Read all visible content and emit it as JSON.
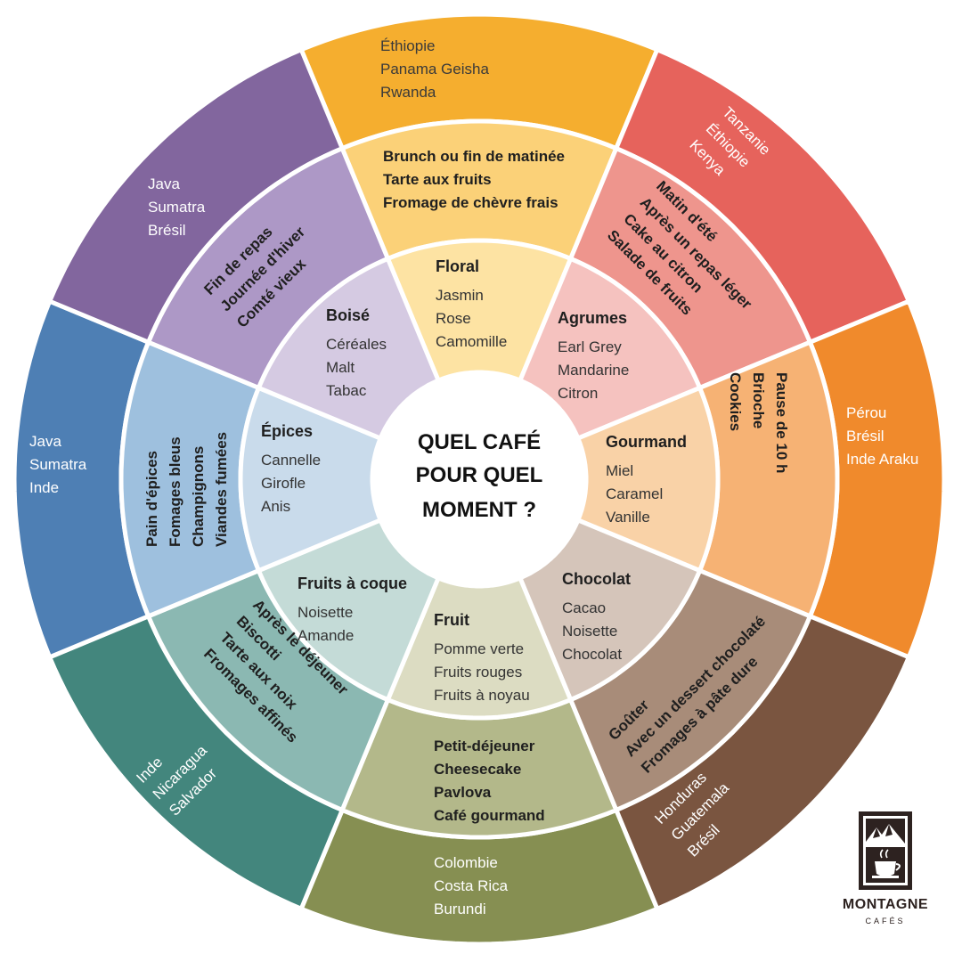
{
  "center": {
    "lines": [
      "QUEL CAFÉ",
      "POUR QUEL",
      "MOMENT ?"
    ]
  },
  "sectors": [
    {
      "key": "floral",
      "color_outer": "#f5ae2f",
      "color_mid": "#fbd178",
      "color_inner": "#fde3a3",
      "outer_text_color": "dark",
      "origins": [
        "Éthiopie",
        "Panama Geisha",
        "Rwanda"
      ],
      "moments": [
        "Brunch ou fin de matinée",
        "Tarte aux fruits",
        "Fromage de chèvre frais"
      ],
      "aroma": {
        "title": "Floral",
        "items": [
          "Jasmin",
          "Rose",
          "Camomille"
        ]
      }
    },
    {
      "key": "agrumes",
      "color_outer": "#e6635c",
      "color_mid": "#ee958d",
      "color_inner": "#f5c2bf",
      "outer_text_color": "light",
      "origins": [
        "Tanzanie",
        "Éthiopie",
        "Kenya"
      ],
      "moments": [
        "Matin d'été",
        "Après un repas léger",
        "Cake au citron",
        "Salade de fruits"
      ],
      "aroma": {
        "title": "Agrumes",
        "items": [
          "Earl Grey",
          "Mandarine",
          "Citron"
        ]
      }
    },
    {
      "key": "gourmand",
      "color_outer": "#f08a2c",
      "color_mid": "#f6b274",
      "color_inner": "#f9d2a7",
      "outer_text_color": "light",
      "origins": [
        "Pérou",
        "Brésil",
        "Inde Araku"
      ],
      "moments": [
        "Pause de 10 h",
        "Brioche",
        "Cookies"
      ],
      "aroma": {
        "title": "Gourmand",
        "items": [
          "Miel",
          "Caramel",
          "Vanille"
        ]
      }
    },
    {
      "key": "chocolat",
      "color_outer": "#7a5540",
      "color_mid": "#a88c79",
      "color_inner": "#d5c5ba",
      "outer_text_color": "light",
      "origins": [
        "Honduras",
        "Guatemala",
        "Brésil"
      ],
      "moments": [
        "Goûter",
        "Avec un dessert chocolaté",
        "Fromages à pâte dure"
      ],
      "aroma": {
        "title": "Chocolat",
        "items": [
          "Cacao",
          "Noisette",
          "Chocolat"
        ]
      }
    },
    {
      "key": "fruit",
      "color_outer": "#868f52",
      "color_mid": "#b3b88a",
      "color_inner": "#dcdcc2",
      "outer_text_color": "light",
      "origins": [
        "Colombie",
        "Costa Rica",
        "Burundi"
      ],
      "moments": [
        "Petit-déjeuner",
        "Cheesecake",
        "Pavlova",
        "Café gourmand"
      ],
      "aroma": {
        "title": "Fruit",
        "items": [
          "Pomme verte",
          "Fruits rouges",
          "Fruits à noyau"
        ]
      }
    },
    {
      "key": "fruits-a-coque",
      "color_outer": "#43867d",
      "color_mid": "#8bb8b2",
      "color_inner": "#c4dbd7",
      "outer_text_color": "light",
      "origins": [
        "Inde",
        "Nicaragua",
        "Salvador"
      ],
      "moments": [
        "Après le déjeuner",
        "Biscotti",
        "Tarte aux noix",
        "Fromages affinés"
      ],
      "aroma": {
        "title": "Fruits à coque",
        "items": [
          "Noisette",
          "Amande"
        ]
      }
    },
    {
      "key": "epices",
      "color_outer": "#4e7fb4",
      "color_mid": "#9ec0de",
      "color_inner": "#c9dbeb",
      "outer_text_color": "light",
      "origins": [
        "Java",
        "Sumatra",
        "Inde"
      ],
      "moments": [
        "Pain d'épices",
        "Fomages bleus",
        "Champignons",
        "Viandes fumées"
      ],
      "aroma": {
        "title": "Épices",
        "items": [
          "Cannelle",
          "Girofle",
          "Anis"
        ]
      }
    },
    {
      "key": "boise",
      "color_outer": "#82669e",
      "color_mid": "#ad98c6",
      "color_inner": "#d5cae2",
      "outer_text_color": "light",
      "origins": [
        "Java",
        "Sumatra",
        "Brésil"
      ],
      "moments": [
        "Fin de repas",
        "Journée d'hiver",
        "Comté vieux"
      ],
      "aroma": {
        "title": "Boisé",
        "items": [
          "Céréales",
          "Malt",
          "Tabac"
        ]
      }
    }
  ],
  "logo": {
    "name": "MONTAGNE",
    "sub": "CAFÉS"
  }
}
